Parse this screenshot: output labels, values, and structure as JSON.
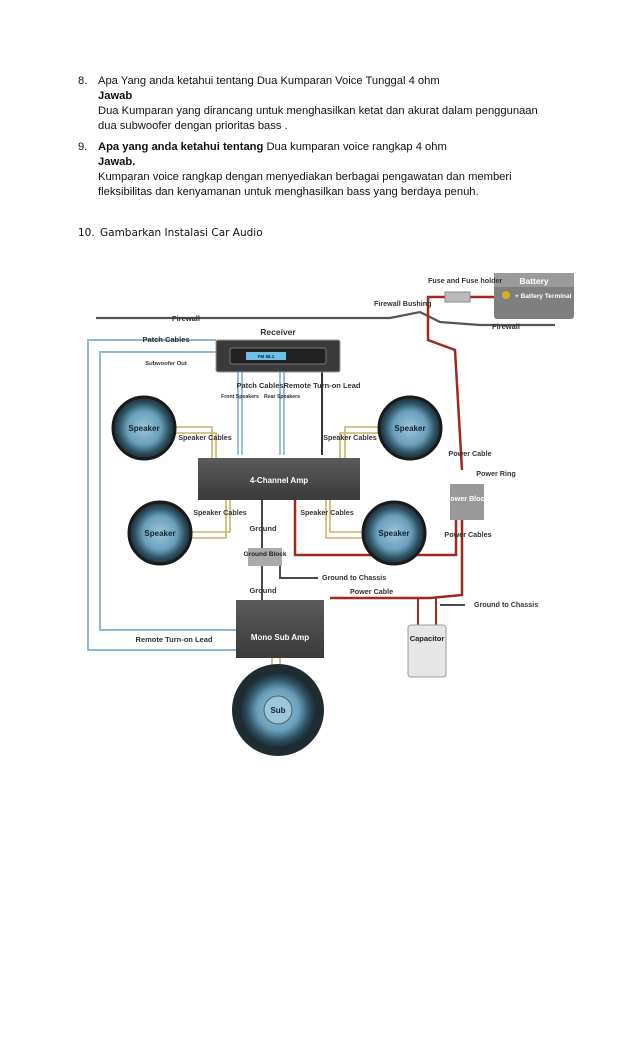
{
  "questions": [
    {
      "number": "8.",
      "question": "Apa Yang anda ketahui tentang Dua Kumparan Voice Tunggal 4 ohm",
      "answer_label": "Jawab",
      "answer_lines": [
        "Dua Kumparan yang dirancang untuk menghasilkan  ketat dan akurat dalam penggunaan",
        "dua subwoofer dengan prioritas bass  ."
      ]
    },
    {
      "number": "9.",
      "question_bold": "Apa yang anda ketahui tentang",
      "question_rest": " Dua kumparan voice rangkap 4 ohm",
      "answer_label": "Jawab.",
      "answer_lines": [
        "Kumparan voice rangkap dengan menyediakan berbagai pengawatan dan memberi",
        "fleksibilitas dan kenyamanan untuk menghasilkan bass yang berdaya penuh."
      ]
    }
  ],
  "q10": {
    "number": "10.",
    "text": "Gambarkan Instalasi Car Audio"
  },
  "diagram": {
    "battery": "Battery",
    "battery_terminal": "+ Battery Terminal",
    "fuse": "Fuse and Fuse holder",
    "firewall_bushing": "Firewall Bushing",
    "firewall_left": "Firewall",
    "firewall_right": "Firewall",
    "receiver": "Receiver",
    "receiver_display": "FM 88.1",
    "patch_cables_top": "Patch Cables",
    "subwoofer_out": "Subwoofer Out",
    "patch_cables_mid": "Patch Cables",
    "front_speakers": "Front Speakers",
    "rear_speakers": "Rear Speakers",
    "remote_turnon_top": "Remote Turn-on Lead",
    "speaker": "Speaker",
    "speaker_cables": "Speaker Cables",
    "amp4": "4-Channel Amp",
    "ground": "Ground",
    "ground_block": "Ground Block",
    "ground_to_chassis": "Ground to Chassis",
    "power_cable": "Power Cable",
    "power_ring": "Power Ring",
    "power_block": "Power Block",
    "power_cables": "Power Cables",
    "mono_amp": "Mono Sub Amp",
    "capacitor": "Capacitor",
    "remote_turnon_bottom": "Remote Turn-on Lead",
    "sub": "Sub"
  }
}
